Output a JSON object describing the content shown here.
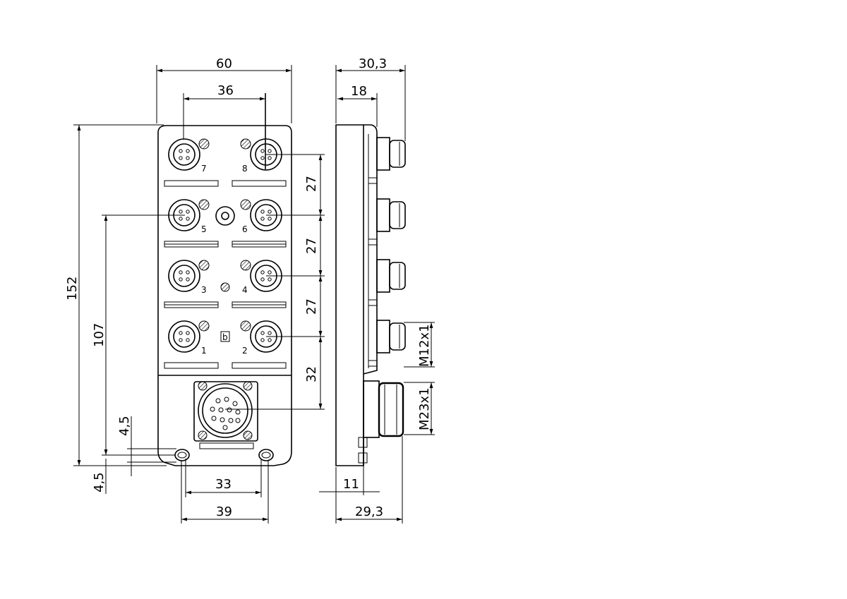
{
  "front_view": {
    "dimensions": {
      "overall_width": "60",
      "port_spacing_horizontal": "36",
      "overall_height": "152",
      "height_to_mount": "107",
      "row_pitch_1": "27",
      "row_pitch_2": "27",
      "row_pitch_3": "27",
      "row_pitch_to_main": "32",
      "mount_hole_spacing_inner": "33",
      "mount_hole_spacing_outer": "39",
      "mount_offset_upper": "4,5",
      "mount_offset_lower": "4,5"
    },
    "port_labels": [
      "7",
      "8",
      "5",
      "6",
      "3",
      "4",
      "1",
      "2"
    ]
  },
  "side_view": {
    "dimensions": {
      "overall_depth": "30,3",
      "body_depth": "18",
      "m12_thread": "M12x1",
      "m23_thread": "M23x1",
      "connector_offset": "11",
      "base_depth": "29,3"
    }
  }
}
